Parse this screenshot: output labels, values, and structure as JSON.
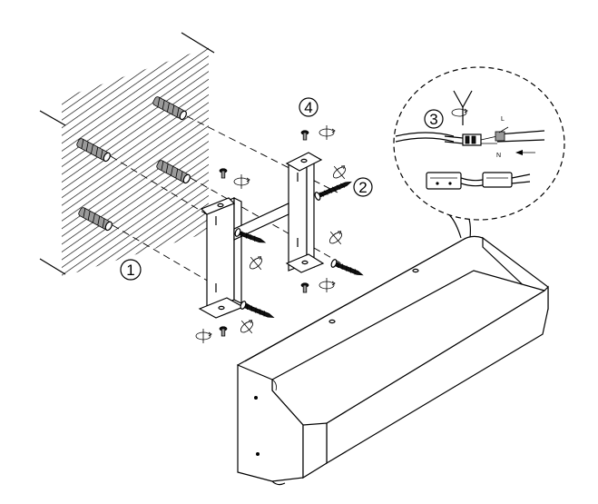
{
  "diagram": {
    "labels": {
      "step1": "1",
      "step2": "2",
      "step3": "3",
      "step4": "4",
      "wire_live": "L",
      "wire_neutral": "N"
    },
    "colors": {
      "line": "#000000",
      "background": "#ffffff",
      "hatch": "#000000"
    }
  }
}
